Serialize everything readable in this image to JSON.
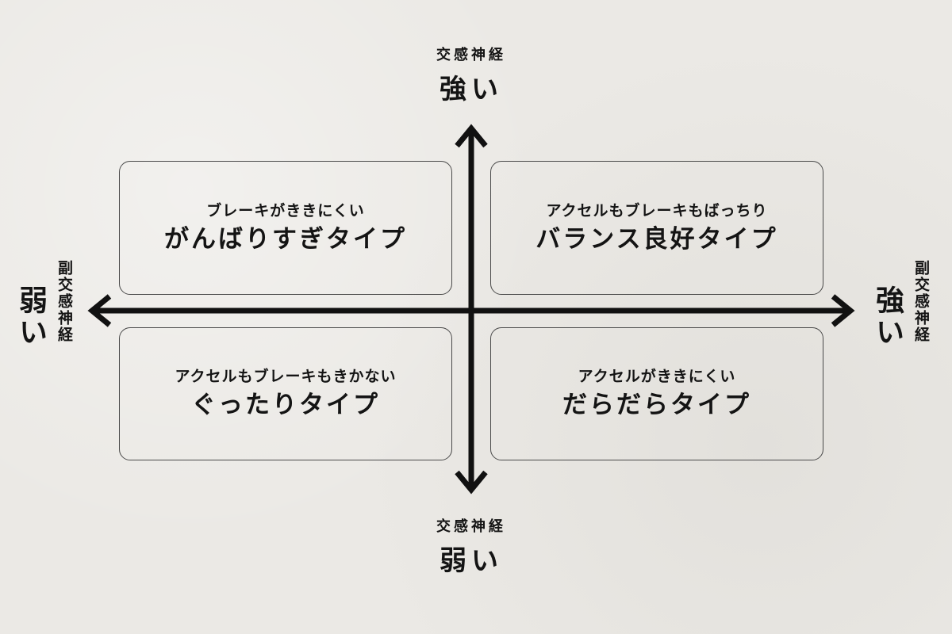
{
  "axes": {
    "vertical": {
      "name": "交感神経",
      "top_label": "強い",
      "bottom_label": "弱い"
    },
    "horizontal": {
      "name": "副交感神経",
      "left_label": "弱い",
      "right_label": "強い"
    }
  },
  "quadrants": [
    {
      "position": "top-left",
      "subtitle": "ブレーキがききにくい",
      "title": "がんばりすぎタイプ"
    },
    {
      "position": "top-right",
      "subtitle": "アクセルもブレーキもばっちり",
      "title": "バランス良好タイプ"
    },
    {
      "position": "bottom-left",
      "subtitle": "アクセルもブレーキもきかない",
      "title": "ぐったりタイプ"
    },
    {
      "position": "bottom-right",
      "subtitle": "アクセルがききにくい",
      "title": "だらだらタイプ"
    }
  ],
  "colors": {
    "background": "#ebe9e5",
    "ink": "#141414",
    "box_border": "#4a4a4a"
  }
}
